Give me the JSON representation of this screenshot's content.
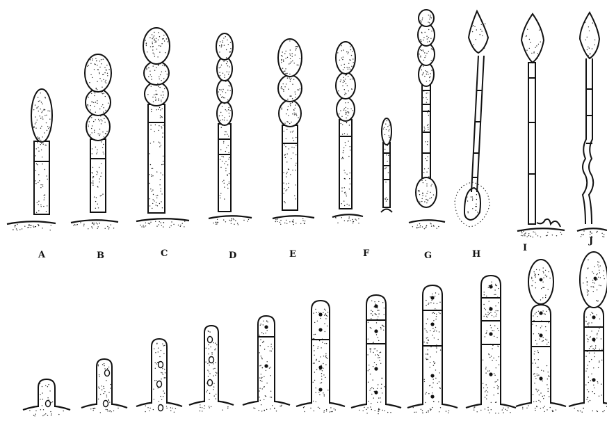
{
  "figure": {
    "panel_labels": [
      "A",
      "B",
      "C",
      "D",
      "E",
      "F",
      "G",
      "H",
      "I",
      "J"
    ]
  },
  "colors": {
    "ink": "#111111",
    "paper": "#ffffff"
  }
}
